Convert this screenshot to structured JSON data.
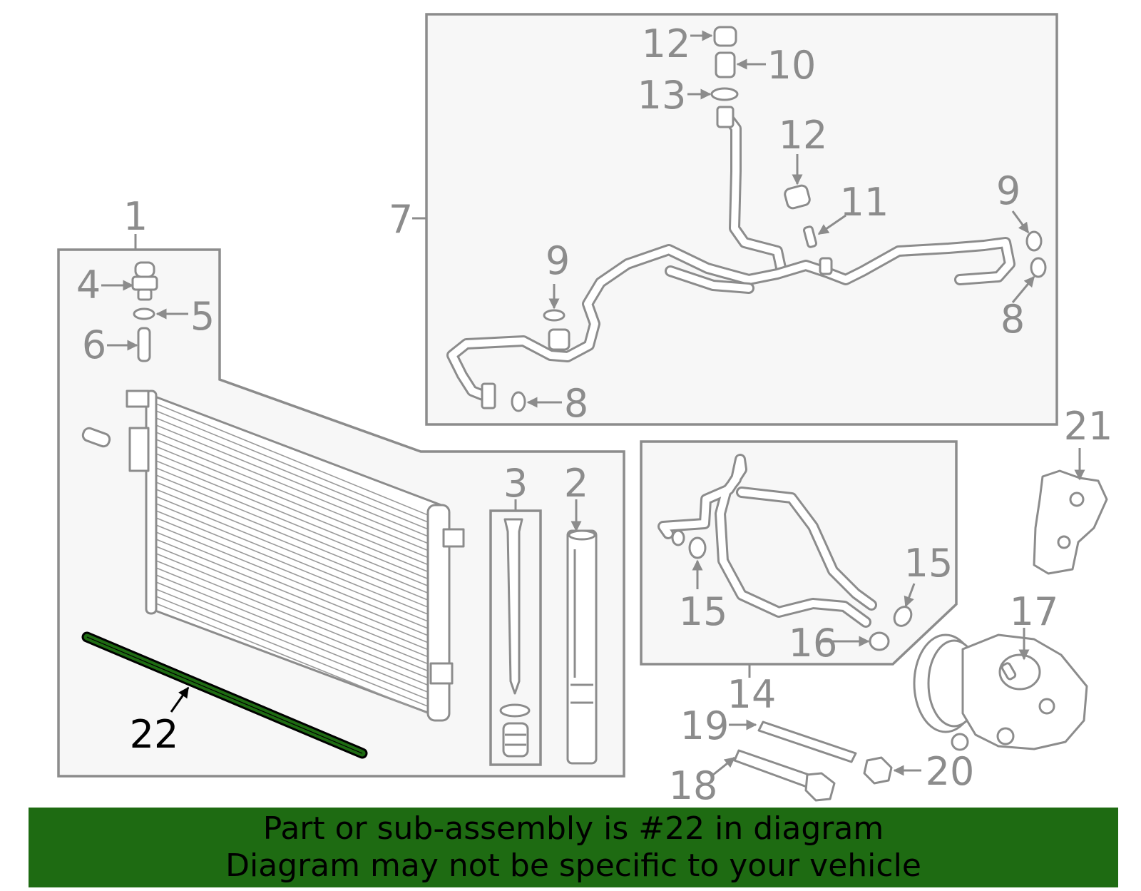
{
  "diagram": {
    "callouts": [
      {
        "id": "1",
        "label": "1"
      },
      {
        "id": "2",
        "label": "2"
      },
      {
        "id": "3",
        "label": "3"
      },
      {
        "id": "4",
        "label": "4"
      },
      {
        "id": "5",
        "label": "5"
      },
      {
        "id": "6",
        "label": "6"
      },
      {
        "id": "7",
        "label": "7"
      },
      {
        "id": "8a",
        "label": "8"
      },
      {
        "id": "8b",
        "label": "8"
      },
      {
        "id": "9a",
        "label": "9"
      },
      {
        "id": "9b",
        "label": "9"
      },
      {
        "id": "10",
        "label": "10"
      },
      {
        "id": "11",
        "label": "11"
      },
      {
        "id": "12a",
        "label": "12"
      },
      {
        "id": "12b",
        "label": "12"
      },
      {
        "id": "13",
        "label": "13"
      },
      {
        "id": "14",
        "label": "14"
      },
      {
        "id": "15a",
        "label": "15"
      },
      {
        "id": "15b",
        "label": "15"
      },
      {
        "id": "16",
        "label": "16"
      },
      {
        "id": "17",
        "label": "17"
      },
      {
        "id": "18",
        "label": "18"
      },
      {
        "id": "19",
        "label": "19"
      },
      {
        "id": "20",
        "label": "20"
      },
      {
        "id": "21",
        "label": "21"
      },
      {
        "id": "22",
        "label": "22"
      }
    ],
    "highlighted_part": "22",
    "highlight_color": "#1e6b12",
    "line_color": "#8c8c8c"
  },
  "banner": {
    "line1": "Part or sub-assembly is #22 in diagram",
    "line2": "Diagram may not be specific to your vehicle",
    "background": "#1e6b12"
  }
}
